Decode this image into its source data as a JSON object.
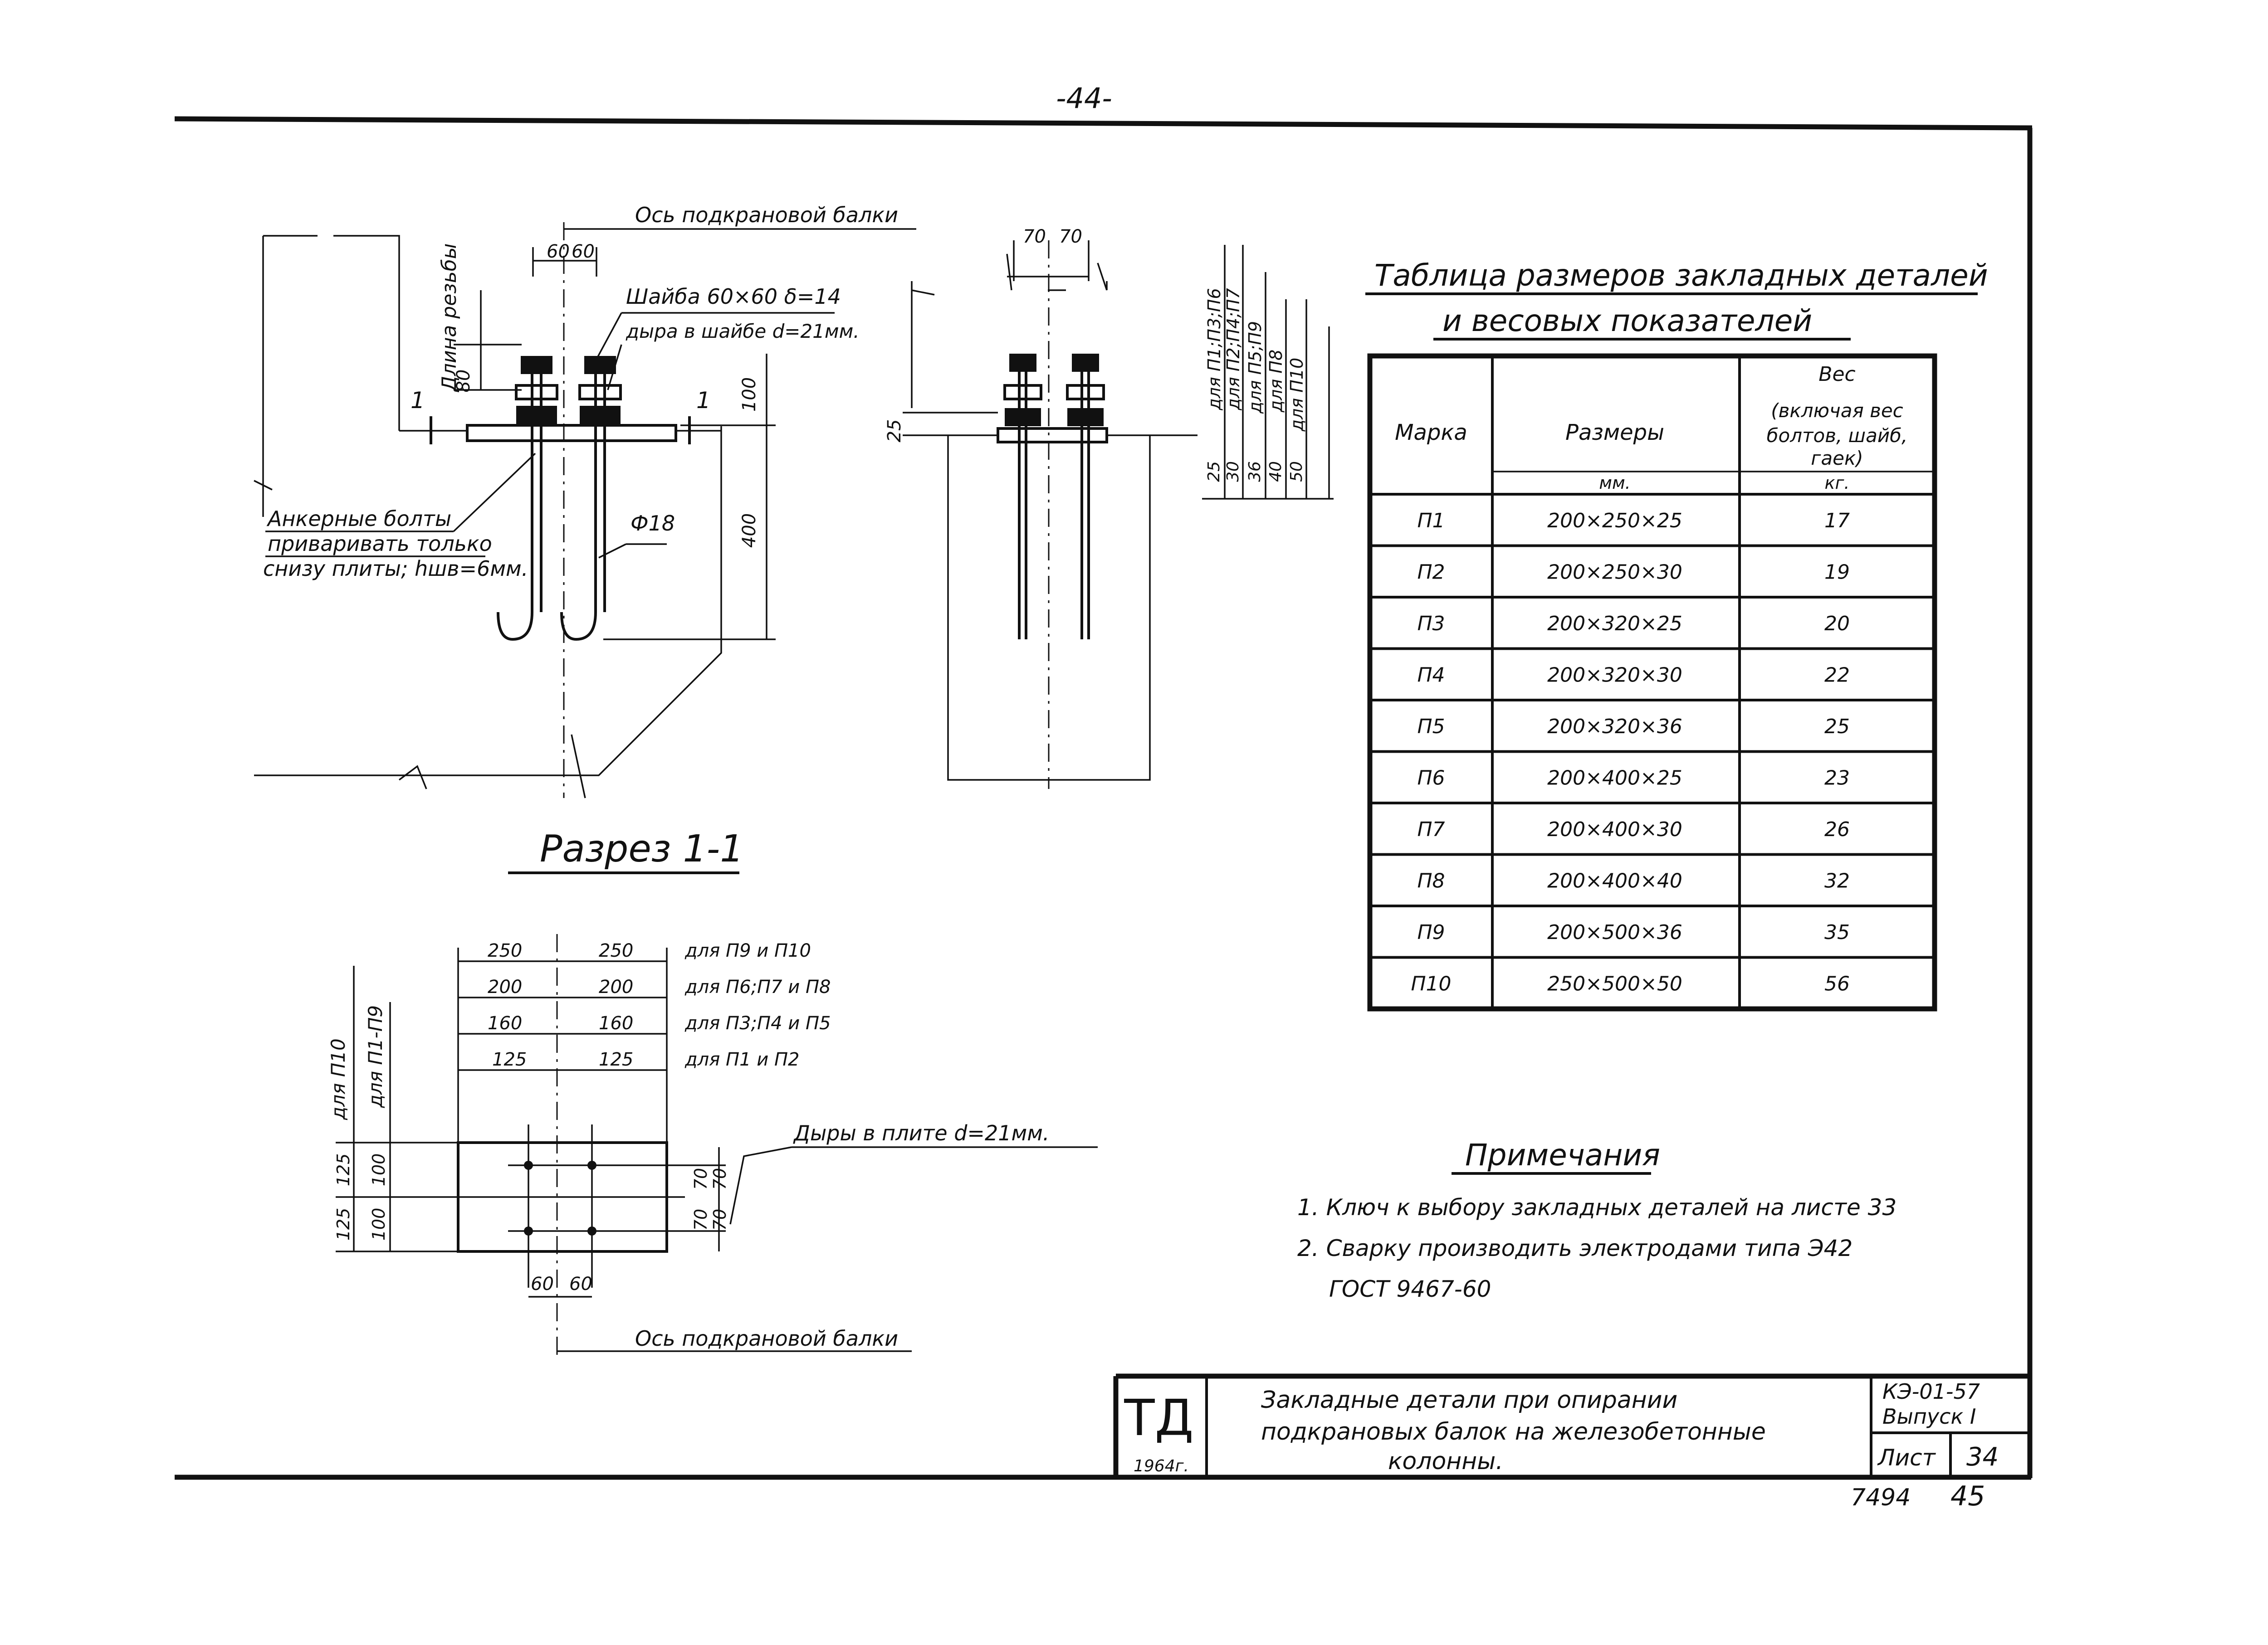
{
  "page_number": "-44-",
  "elevation": {
    "axis_label_top": "Ось подкрановой балки",
    "thread_length_label": "Длина резьбы",
    "dim_60a": "60",
    "dim_60b": "60",
    "dim_80": "80",
    "dim_100": "100",
    "dim_400": "400",
    "washer_label_1": "Шайба 60×60 δ=14",
    "washer_label_2": "дыра в шайбе d=21мм.",
    "anchor_label_1": "Анкерные болты",
    "anchor_label_2": "приваривать только",
    "anchor_label_3": "снизу плиты; hшв=6мм.",
    "diameter_label": "Ф18",
    "section_mark": "1"
  },
  "side_view": {
    "dim_70a": "70",
    "dim_70b": "70",
    "dim_25": "25",
    "variant_labels": [
      "для П1;П3;П6",
      "для П2;П4;П7",
      "для П5;П9",
      "для П8",
      "для П10"
    ],
    "variant_dims": [
      "25",
      "30",
      "36",
      "40",
      "50"
    ]
  },
  "section": {
    "title": "Разрез 1-1",
    "rows": [
      {
        "left": "250",
        "right": "250",
        "label": "для П9 и П10"
      },
      {
        "left": "200",
        "right": "200",
        "label": "для П6;П7 и П8"
      },
      {
        "left": "160",
        "right": "160",
        "label": "для П3;П4 и П5"
      },
      {
        "left": "125",
        "right": "125",
        "label": "для П1 и П2"
      }
    ],
    "vert_label_a": "для П10",
    "vert_label_b": "для П1-П9",
    "left_dims": [
      "125",
      "100",
      "125",
      "100"
    ],
    "right_dims": [
      "70",
      "70",
      "70",
      "70"
    ],
    "bottom_dims": [
      "60",
      "60"
    ],
    "holes_label": "Дыры в плите d=21мм.",
    "axis_label": "Ось подкрановой балки"
  },
  "table": {
    "title_line_1": "Таблица размеров закладных деталей",
    "title_line_2": "и весовых показателей",
    "headers": {
      "mark": "Марка",
      "sizes": "Размеры",
      "weight": "Вес",
      "weight_note_1": "(включая вес",
      "weight_note_2": "болтов, шайб,",
      "weight_note_3": "гаек)",
      "unit_mm": "мм.",
      "unit_kg": "кг."
    },
    "rows": [
      {
        "mark": "П1",
        "size": "200×250×25",
        "weight": "17"
      },
      {
        "mark": "П2",
        "size": "200×250×30",
        "weight": "19"
      },
      {
        "mark": "П3",
        "size": "200×320×25",
        "weight": "20"
      },
      {
        "mark": "П4",
        "size": "200×320×30",
        "weight": "22"
      },
      {
        "mark": "П5",
        "size": "200×320×36",
        "weight": "25"
      },
      {
        "mark": "П6",
        "size": "200×400×25",
        "weight": "23"
      },
      {
        "mark": "П7",
        "size": "200×400×30",
        "weight": "26"
      },
      {
        "mark": "П8",
        "size": "200×400×40",
        "weight": "32"
      },
      {
        "mark": "П9",
        "size": "200×500×36",
        "weight": "35"
      },
      {
        "mark": "П10",
        "size": "250×500×50",
        "weight": "56"
      }
    ]
  },
  "notes": {
    "title": "Примечания",
    "items": [
      "1. Ключ к выбору закладных деталей на листе 33",
      "2. Сварку производить электродами типа Э42",
      "ГОСТ 9467-60"
    ]
  },
  "title_block": {
    "org": "ТД",
    "year": "1964г.",
    "title_1": "Закладные детали при опирании",
    "title_2": "подкрановых балок на железобетонные",
    "title_3": "колонны.",
    "code_1": "КЭ-01-57",
    "code_2": "Выпуск I",
    "sheet_label": "Лист",
    "sheet_number": "34",
    "inv_number": "7494",
    "page_ref": "45"
  }
}
